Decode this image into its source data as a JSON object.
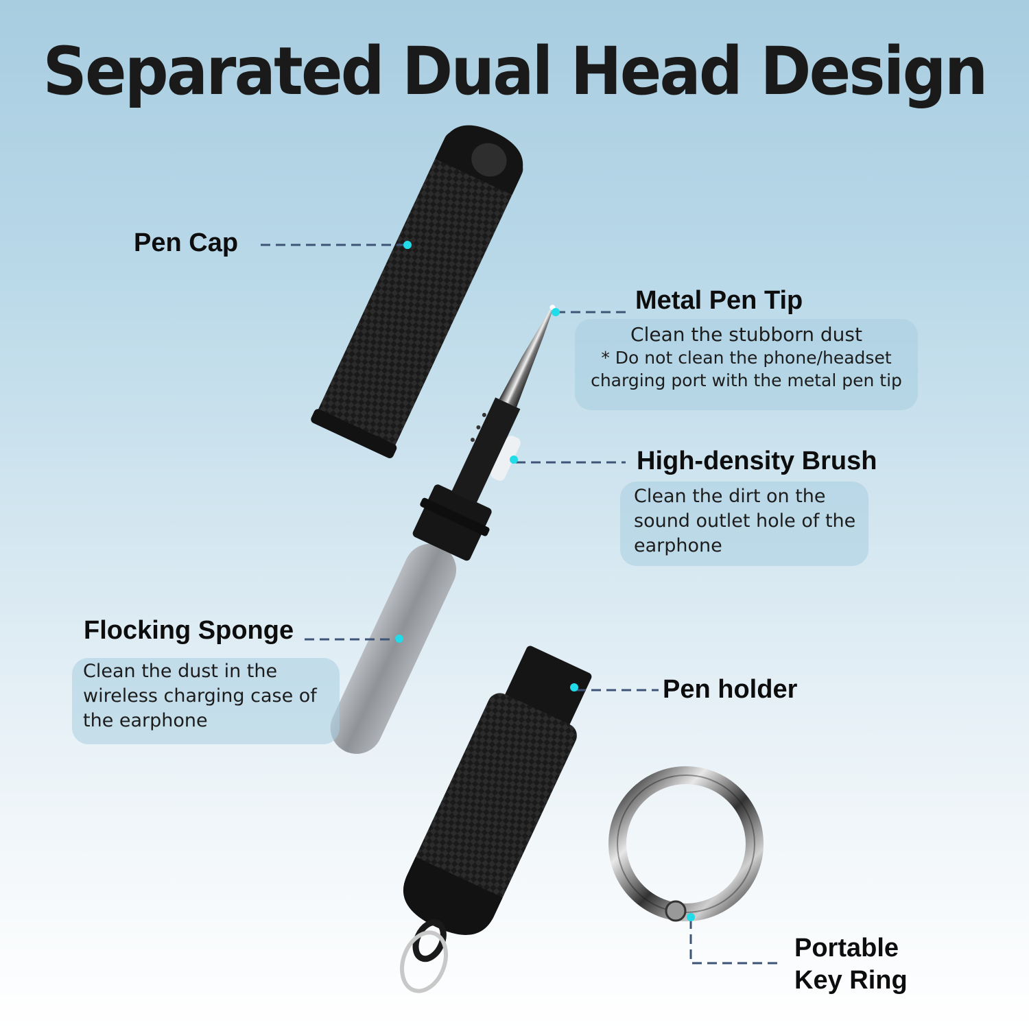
{
  "title": "Separated Dual Head Design",
  "colors": {
    "accent_dot": "#22dbe8",
    "leader_line": "#3e5476",
    "background_top": "#a8cde0",
    "background_bottom": "#ffffff",
    "callout_box": "#bcd9e8"
  },
  "callouts": {
    "pen_cap": {
      "label": "Pen Cap"
    },
    "metal_pen_tip": {
      "label": "Metal Pen Tip",
      "lines": [
        "Clean the stubborn dust",
        "* Do not clean the phone/headset",
        "charging port with the metal pen tip"
      ]
    },
    "high_density_brush": {
      "label": "High-density Brush",
      "lines": [
        "Clean the dirt on the",
        "sound outlet hole of the",
        "earphone"
      ]
    },
    "flocking_sponge": {
      "label": "Flocking Sponge",
      "lines": [
        "Clean the dust in the",
        "wireless charging case of",
        "the earphone"
      ]
    },
    "pen_holder": {
      "label": "Pen holder"
    },
    "portable_key_ring": {
      "label_line1": "Portable",
      "label_line2": "Key Ring"
    }
  }
}
